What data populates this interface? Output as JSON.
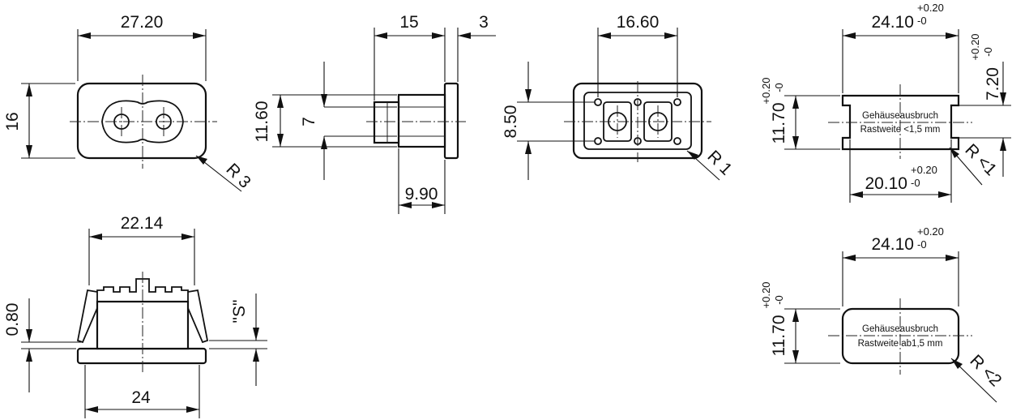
{
  "views": {
    "front": {
      "width": "27.20",
      "height": "16",
      "radius": "R 3"
    },
    "side": {
      "depth": "15",
      "flange": "3",
      "outer_height": "11.60",
      "inner_height": "7",
      "body_depth": "9.90"
    },
    "rear": {
      "pin_spacing": "16.60",
      "height": "8.50",
      "radius": "R 1"
    },
    "cutout_small": {
      "width": "24.10",
      "width_tol_upper": "+0.20",
      "width_tol_lower": "-0",
      "height": "11.70",
      "height_tol_upper": "+0.20",
      "height_tol_lower": "-0",
      "right_height": "7.20",
      "right_tol_upper": "+0.20",
      "right_tol_lower": "-0",
      "inner_width": "20.10",
      "inner_tol_upper": "+0.20",
      "inner_tol_lower": "-0",
      "note_line1": "Gehäuseausbruch",
      "note_line2": "Rastweite <1,5 mm",
      "radius": "R <1"
    },
    "bottom": {
      "top_width": "22.14",
      "base_width": "24",
      "flange_thickness": "0.80",
      "panel_label": "\"S\""
    },
    "cutout_large": {
      "width": "24.10",
      "width_tol_upper": "+0.20",
      "width_tol_lower": "-0",
      "height": "11.70",
      "height_tol_upper": "+0.20",
      "height_tol_lower": "-0",
      "note_line1": "Gehäuseausbruch",
      "note_line2": "Rastweite ab1,5 mm",
      "radius": "R <2"
    }
  }
}
